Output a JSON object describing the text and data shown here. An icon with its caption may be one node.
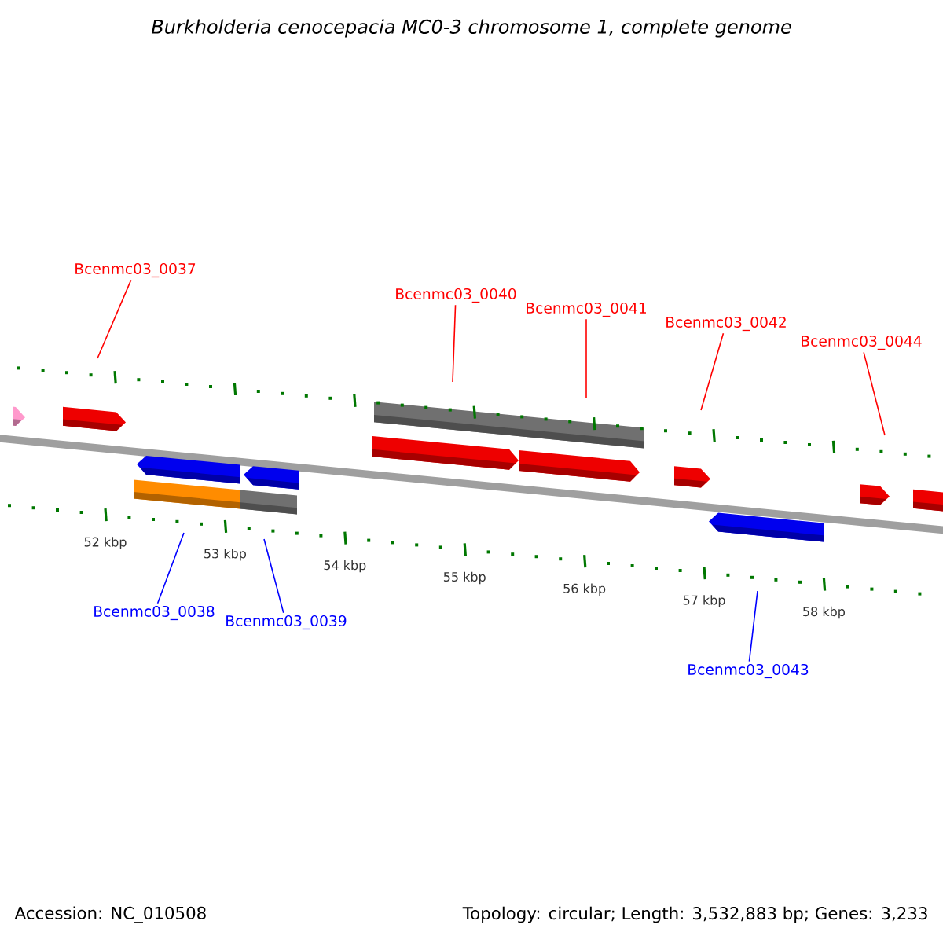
{
  "diagram": {
    "title": "Burkholderia cenocepacia MC0-3 chromosome 1, complete genome",
    "nodes": [
      {
        "text": [
          "Bcenmc03_0037"
        ]
      },
      {
        "text": [
          "Bcenmc03_0040"
        ]
      },
      {
        "text": [
          "Bcenmc03_0041"
        ]
      },
      {
        "text": [
          "Bcenmc03_0042"
        ]
      },
      {
        "text": [
          "Bcenmc03_0044"
        ]
      },
      {
        "text": [
          "Bcenmc03_0038"
        ]
      },
      {
        "text": [
          "Bcenmc03_0039"
        ]
      },
      {
        "text": [
          "Bcenmc03_0043"
        ]
      }
    ],
    "edges": [
      {
        "from": 0,
        "to": null,
        "arrow": "none",
        "color": "#ff0000"
      },
      {
        "from": 1,
        "to": null,
        "arrow": "none",
        "color": "#ff0000"
      },
      {
        "from": 2,
        "to": null,
        "arrow": "none",
        "color": "#ff0000"
      },
      {
        "from": 3,
        "to": null,
        "arrow": "none",
        "color": "#ff0000"
      },
      {
        "from": 4,
        "to": null,
        "arrow": "none",
        "color": "#ff0000"
      },
      {
        "from": 5,
        "to": null,
        "arrow": "none",
        "color": "#0000ff"
      },
      {
        "from": 6,
        "to": null,
        "arrow": "none",
        "color": "#0000ff"
      },
      {
        "from": 7,
        "to": null,
        "arrow": "none",
        "color": "#0000ff"
      }
    ],
    "labels": [
      "52 kbp",
      "53 kbp",
      "54 kbp",
      "55 kbp",
      "56 kbp",
      "57 kbp",
      "58 kbp",
      "Accession: NC_010508",
      "Topology: circular; Length: 3,532,883 bp; Genes: 3,233"
    ]
  }
}
